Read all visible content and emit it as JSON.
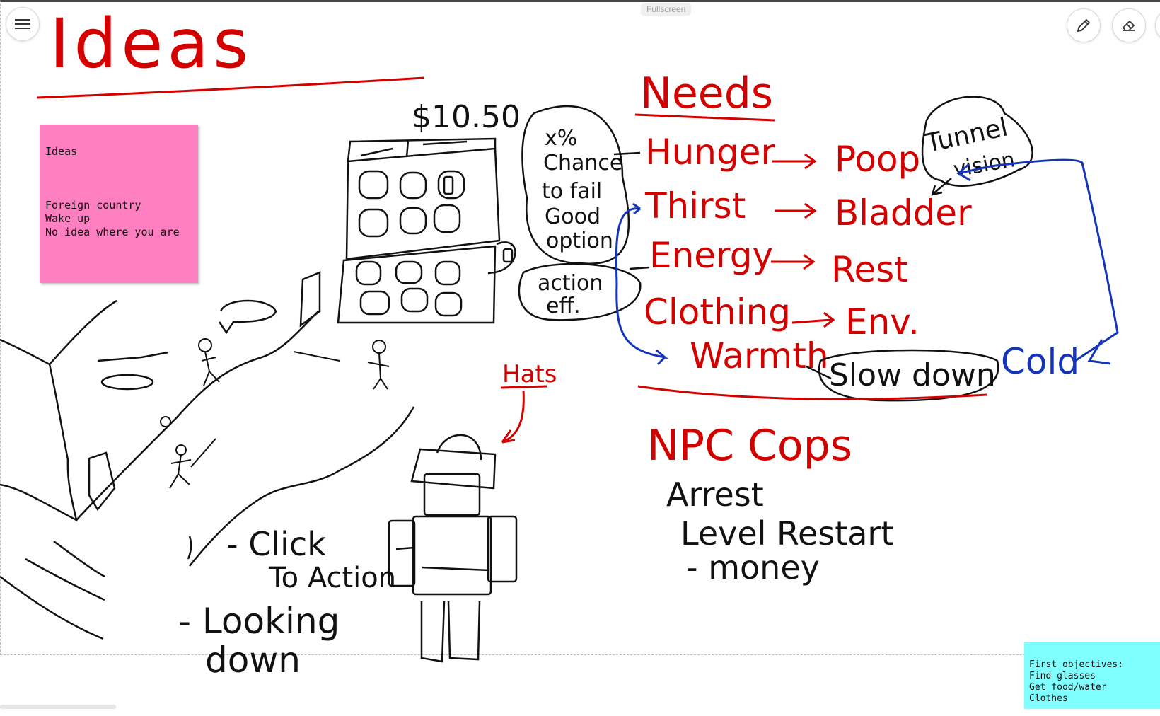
{
  "toolbar": {
    "fullscreen_label": "Fullscreen",
    "menu_icon": "hamburger-menu-icon",
    "pen_icon": "pencil-icon",
    "eraser_icon": "eraser-icon"
  },
  "notes": {
    "pink": {
      "title": "Ideas",
      "lines": "Foreign country\nWake up\nNo idea where you are",
      "color": "#ff80c0"
    },
    "cyan": {
      "lines": "First objectives:\nFind glasses\nGet food/water\nClothes",
      "color": "#80ffff"
    }
  },
  "handwriting": {
    "title": "Ideas",
    "price": "$10.50",
    "chance": [
      "x%",
      "Chance",
      "to fail",
      "Good",
      "option"
    ],
    "action": [
      "action",
      "eff."
    ],
    "needs_heading": "Needs",
    "needs": [
      {
        "need": "Hunger",
        "result": "Poop"
      },
      {
        "need": "Thirst",
        "result": "Bladder"
      },
      {
        "need": "Energy",
        "result": "Rest"
      },
      {
        "need": "Clothing",
        "result": "Env."
      },
      {
        "need": "Warmth",
        "result": "Slow down"
      }
    ],
    "tunnel": [
      "Tunnel",
      "vision"
    ],
    "cold": "Cold",
    "hats": "Hats",
    "npc": "NPC Cops",
    "arrest": "Arrest",
    "level_restart": "Level Restart",
    "money": "- money",
    "click_to_action": [
      "- Click",
      "To Action"
    ],
    "looking_down": [
      "- Looking",
      "down"
    ]
  },
  "colors": {
    "ink_black": "#111111",
    "ink_red": "#d40000",
    "ink_blue": "#1535b8",
    "board": "#ffffff"
  }
}
